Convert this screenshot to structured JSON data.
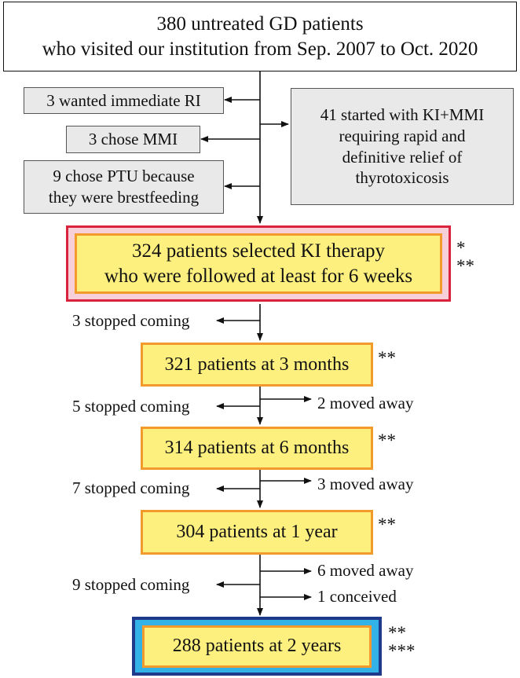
{
  "top_box": "380 untreated GD patients\nwho visited our institution  from Sep. 2007 to Oct. 2020",
  "excluded": {
    "immediate_ri": "3 wanted immediate RI",
    "chose_mmi": "3 chose MMI",
    "chose_ptu": "9 chose PTU because\nthey were brestfeeding",
    "ki_mmi": "41 started with KI+MMI\nrequiring rapid and\ndefinitive relief of\nthyrotoxicosis"
  },
  "selected": {
    "text": "324  patients selected KI therapy\nwho were followed at least for 6 weeks",
    "marks": "*\n**"
  },
  "stages": [
    {
      "text": "321 patients at 3 months",
      "marks": "**"
    },
    {
      "text": "314 patients at 6 months",
      "marks": "**"
    },
    {
      "text": "304 patients at 1 year",
      "marks": "**"
    }
  ],
  "final": {
    "text": "288 patients at 2 years",
    "marks": "**\n***"
  },
  "losses": {
    "s1_stopped": "3 stopped coming",
    "s2_stopped": "5 stopped coming",
    "s2_moved": "2 moved away",
    "s3_stopped": "7 stopped coming",
    "s3_moved": "3 moved away",
    "s4_stopped": "9 stopped coming",
    "s4_moved": "6 moved away",
    "s4_conceived": "1 conceived"
  }
}
